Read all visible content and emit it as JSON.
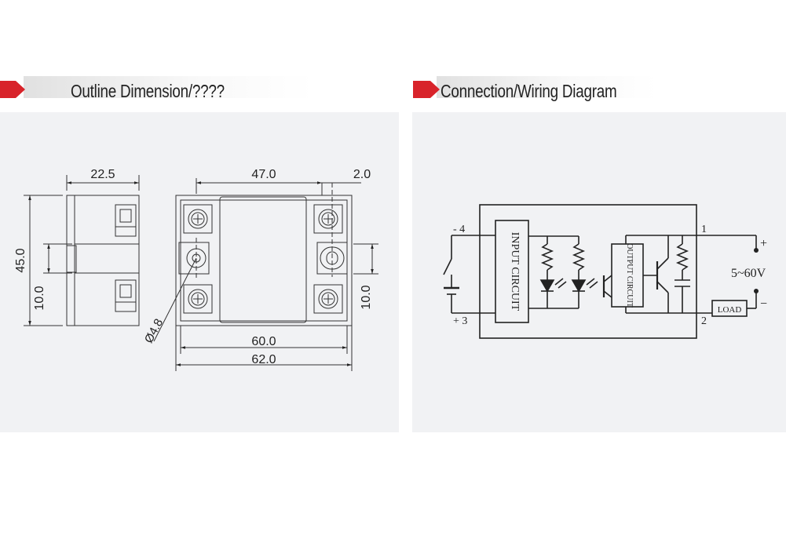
{
  "outline": {
    "title": "Outline Dimension/????",
    "dims": {
      "side_width": "22.5",
      "height": "45.0",
      "side_slot": "10.0",
      "top_width": "47.0",
      "offset": "2.0",
      "front_slot": "10.0",
      "hole": "Ø4.8",
      "inner_width": "60.0",
      "outer_width": "62.0"
    }
  },
  "wiring": {
    "title": "Connection/Wiring Diagram",
    "labels": {
      "pin4": "- 4",
      "pin3": "+ 3",
      "pin1": "1",
      "pin2": "2",
      "input_block": "INPUT CIRCUIT",
      "output_block": "OUTPUT CIRCUIT",
      "load": "LOAD",
      "voltage": "5~60V",
      "plus": "+",
      "minus": "−"
    }
  },
  "colors": {
    "accent_marker": "#d8232a",
    "panel_bg": "#f1f2f4",
    "line": "#222222"
  }
}
